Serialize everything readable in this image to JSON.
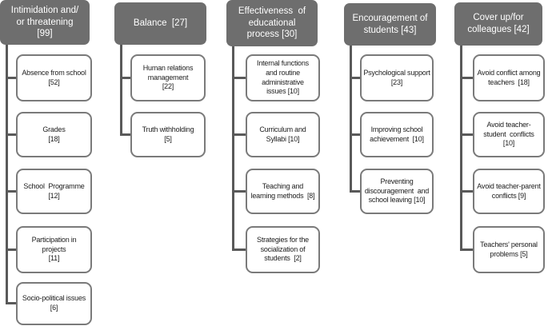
{
  "colors": {
    "header_fill": "#6e6e6e",
    "header_text": "#ffffff",
    "child_border": "#7a7a7a",
    "child_text": "#1c1c1c",
    "connector": "#595959",
    "background": "#ffffff"
  },
  "columns": [
    {
      "header": {
        "label": "Intimidation and/or threatening",
        "count": 99,
        "text": "Intimidation and/\nor threatening\n[99]"
      },
      "children": [
        {
          "label": "Absence from school",
          "count": 52,
          "text": "Absence from school\n[52]"
        },
        {
          "label": "Grades",
          "count": 18,
          "text": "Grades\n[18]"
        },
        {
          "label": "School Programme",
          "count": 12,
          "text": "School  Programme\n[12]"
        },
        {
          "label": "Participation in projects",
          "count": 11,
          "text": "Participation in\nprojects\n[11]"
        },
        {
          "label": "Socio-political issues",
          "count": 6,
          "text": "Socio-political issues\n[6]"
        }
      ]
    },
    {
      "header": {
        "label": "Balance",
        "count": 27,
        "text": "Balance  [27]"
      },
      "children": [
        {
          "label": "Human relations management",
          "count": 22,
          "text": "Human relations\nmanagement\n[22]"
        },
        {
          "label": "Truth withholding",
          "count": 5,
          "text": "Truth withholding\n[5]"
        }
      ]
    },
    {
      "header": {
        "label": "Effectiveness of educational process",
        "count": 30,
        "text": "Effectiveness  of\neducational\nprocess [30]"
      },
      "children": [
        {
          "label": "Internal functions and routine administrative issues",
          "count": 10,
          "text": "Internal functions\nand routine\nadministrative\nissues [10]"
        },
        {
          "label": "Curriculum and Syllabi",
          "count": 10,
          "text": "Curriculum and\nSyllabi [10]"
        },
        {
          "label": "Teaching and learning methods",
          "count": 8,
          "text": "Teaching and\nlearning methods  [8]"
        },
        {
          "label": "Strategies for the socialization of students",
          "count": 2,
          "text": "Strategies for the\nsocialization of\nstudents  [2]"
        }
      ]
    },
    {
      "header": {
        "label": "Encouragement of students",
        "count": 43,
        "text": "Encouragement of\nstudents [43]"
      },
      "children": [
        {
          "label": "Psychological support",
          "count": 23,
          "text": "Psychological support\n[23]"
        },
        {
          "label": "Improving school achievement",
          "count": 10,
          "text": "Improving school\nachievement  [10]"
        },
        {
          "label": "Preventing discouragement and school leaving",
          "count": 10,
          "text": "Preventing\ndiscouragement  and\nschool leaving [10]"
        }
      ]
    },
    {
      "header": {
        "label": "Cover up/for colleagues",
        "count": 42,
        "text": "Cover up/for\ncolleagues [42]"
      },
      "children": [
        {
          "label": "Avoid conflict among teachers",
          "count": 18,
          "text": "Avoid conflict among\nteachers  [18]"
        },
        {
          "label": "Avoid teacher-student conflicts",
          "count": 10,
          "text": "Avoid teacher-\nstudent  conflicts\n[10]"
        },
        {
          "label": "Avoid teacher-parent conflicts",
          "count": 9,
          "text": "Avoid teacher-parent\nconflicts [9]"
        },
        {
          "label": "Teachers' personal problems",
          "count": 5,
          "text": "Teachers' personal\nproblems [5]"
        }
      ]
    }
  ]
}
